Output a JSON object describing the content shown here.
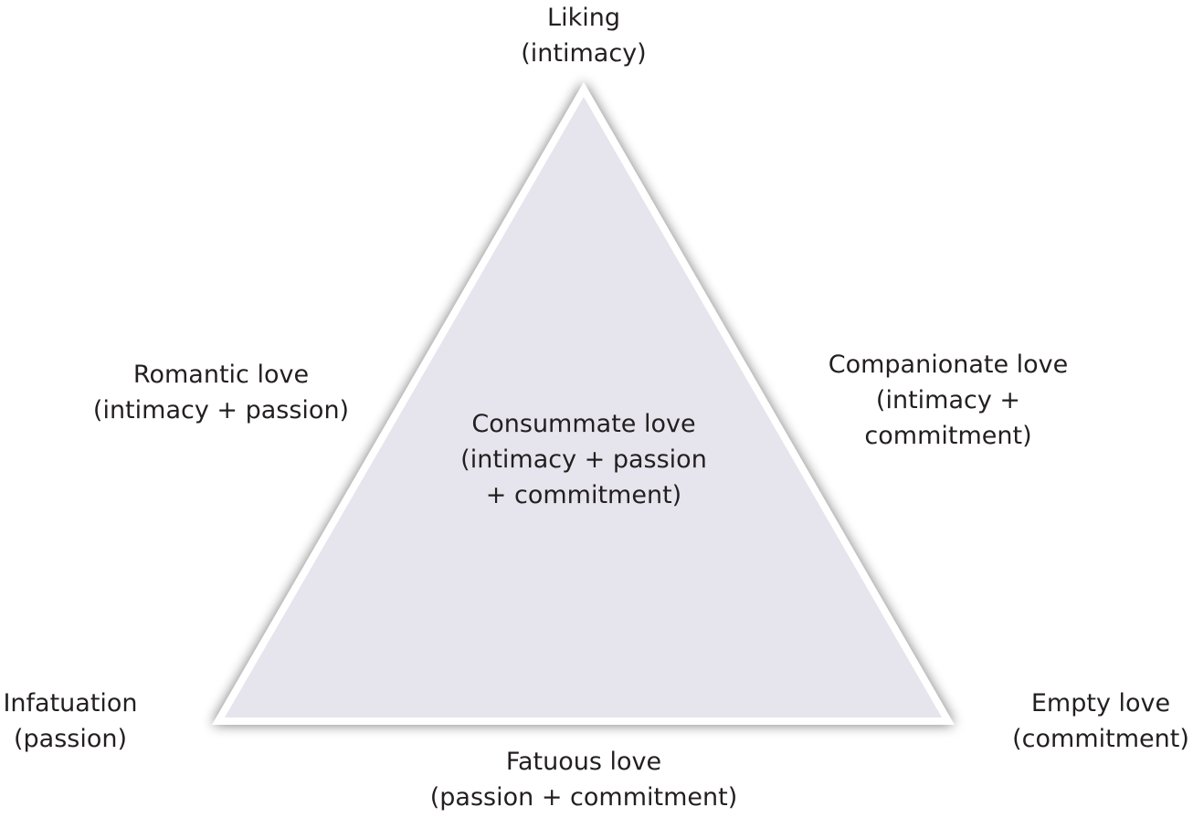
{
  "diagram": {
    "colors": {
      "triangle_fill": "#e6e5ed",
      "triangle_stroke": "#ffffff",
      "shadow": "#8a8a8a",
      "text": "#231f20"
    },
    "vertices": {
      "top": {
        "line1": "Liking",
        "line2": "(intimacy)"
      },
      "bottom_left": {
        "line1": "Infatuation",
        "line2": "(passion)"
      },
      "bottom_right": {
        "line1": "Empty love",
        "line2": "(commitment)"
      }
    },
    "edges": {
      "left": {
        "line1": "Romantic love",
        "line2": "(intimacy + passion)"
      },
      "right": {
        "line1": "Companionate love",
        "line2": "(intimacy +",
        "line3": "commitment)"
      },
      "bottom": {
        "line1": "Fatuous love",
        "line2": "(passion + commitment)"
      }
    },
    "center": {
      "line1": "Consummate love",
      "line2": "(intimacy + passion",
      "line3": "+ commitment)"
    }
  }
}
